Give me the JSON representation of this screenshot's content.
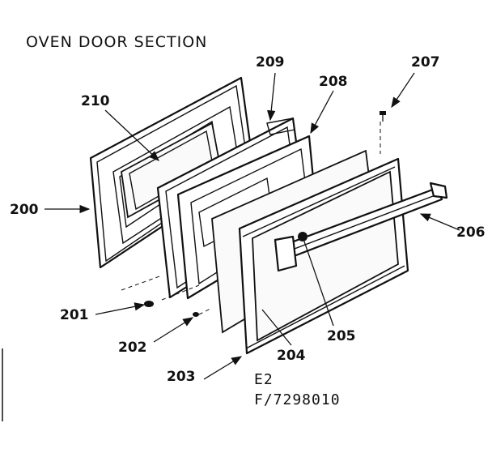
{
  "title": "OVEN DOOR SECTION",
  "model_code": "E2",
  "part_number": "F/7298010",
  "parts": [
    {
      "id": "200"
    },
    {
      "id": "201"
    },
    {
      "id": "202"
    },
    {
      "id": "203"
    },
    {
      "id": "204"
    },
    {
      "id": "205"
    },
    {
      "id": "206"
    },
    {
      "id": "207"
    },
    {
      "id": "208"
    },
    {
      "id": "209"
    },
    {
      "id": "210"
    }
  ]
}
